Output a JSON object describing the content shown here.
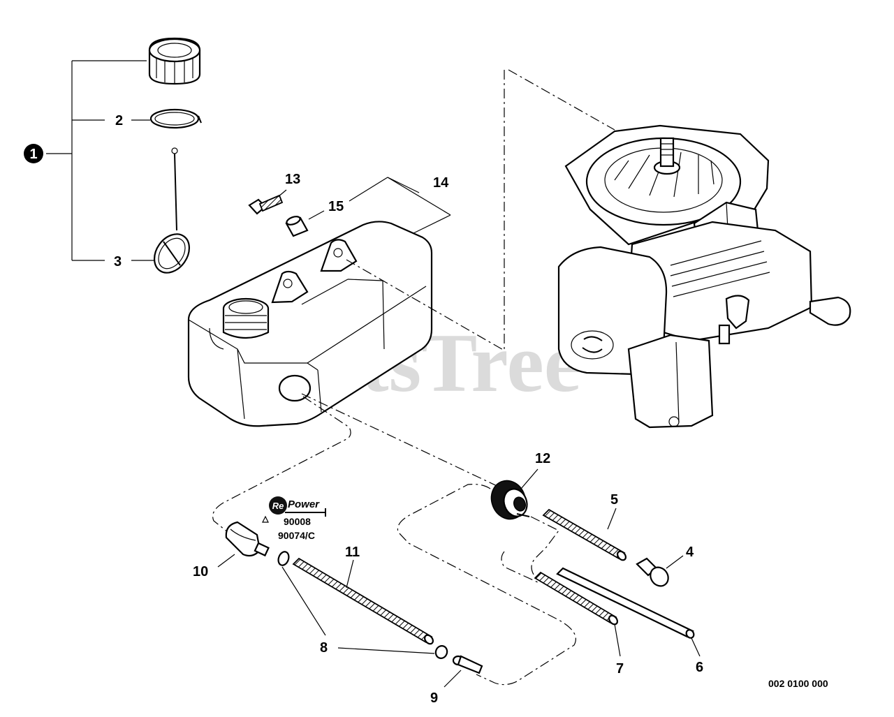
{
  "watermark": "PartsTree",
  "callouts": {
    "c1": "1",
    "c2": "2",
    "c3": "3",
    "c4": "4",
    "c5": "5",
    "c6": "6",
    "c7": "7",
    "c8": "8",
    "c9": "9",
    "c10": "10",
    "c11": "11",
    "c12": "12",
    "c13": "13",
    "c14": "14",
    "c15": "15"
  },
  "repower": {
    "logo": "Power",
    "logo_prefix": "Re",
    "code1": "90008",
    "code2": "90074/C"
  },
  "drawing_number": "002 0100 000"
}
